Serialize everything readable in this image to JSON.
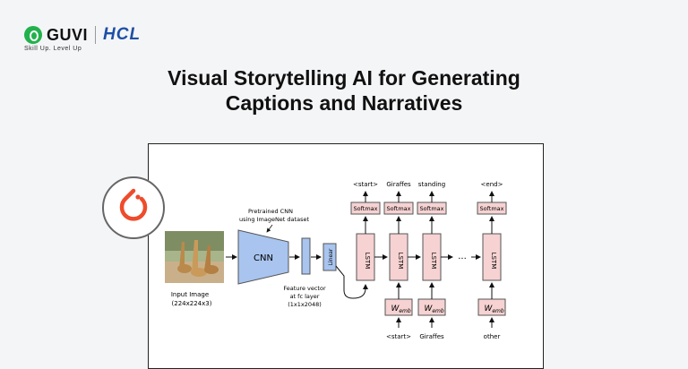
{
  "brand": {
    "name": "GUVI",
    "partner": "HCL",
    "tagline": "Skill Up. Level Up",
    "icon": "guvi-logo-icon"
  },
  "title": {
    "line1": "Visual Storytelling AI for Generating",
    "line2": "Captions and Narratives"
  },
  "diagram": {
    "input_label": "Input Image",
    "input_size": "(224x224x3)",
    "cnn_label": "CNN",
    "cnn_note1": "Pretrained CNN",
    "cnn_note2": "using ImageNet dataset",
    "linear_label": "Linear",
    "feature_note1": "Feature vector",
    "feature_note2": "at fc layer",
    "feature_note3": "(1x1x2048)",
    "lstm_label": "LSTM",
    "softmax_label": "Softmax",
    "emb_label": "W",
    "emb_sub": "emb",
    "ellipsis": "...",
    "outputs": [
      "<start>",
      "Giraffes",
      "standing",
      "<end>"
    ],
    "inputs": [
      "<start>",
      "Giraffes",
      "other"
    ],
    "colors": {
      "cnn": "#a8c4ef",
      "lstm": "#f6d2d2",
      "logo": "#ee4c2c"
    }
  }
}
